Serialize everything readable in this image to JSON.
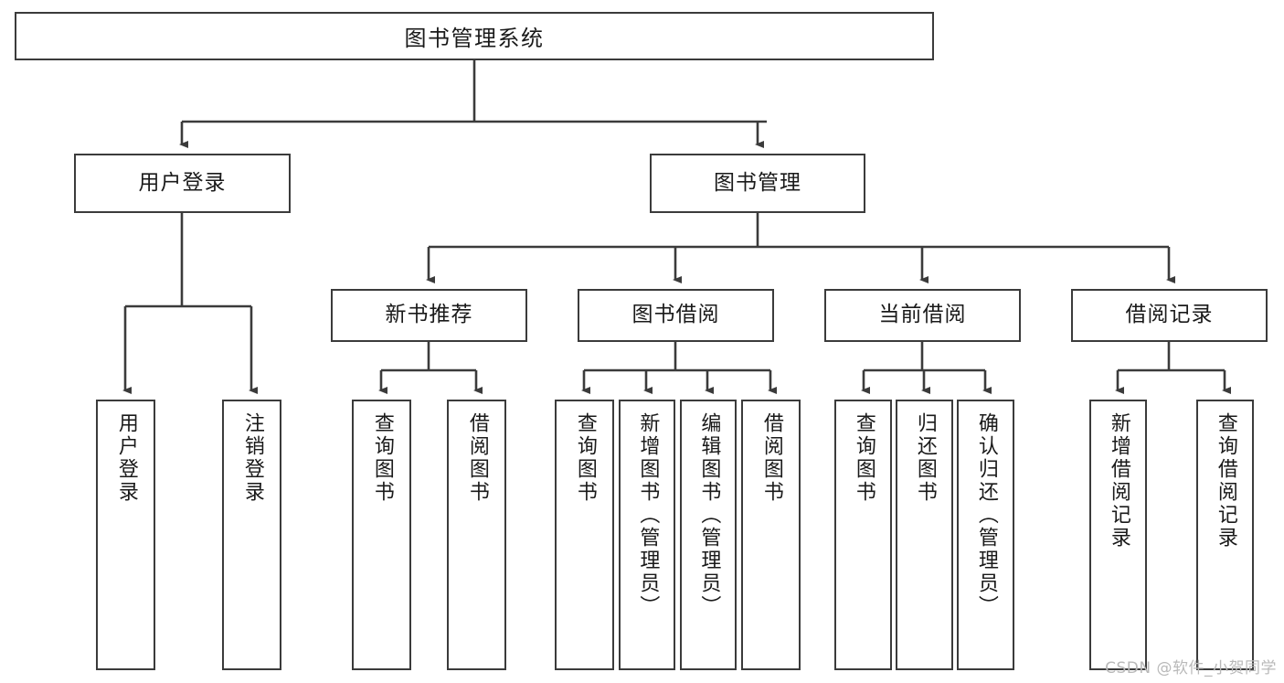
{
  "diagram": {
    "type": "tree",
    "title": "图书管理系统",
    "watermark": "CSDN @软件_小贺同学",
    "colors": {
      "background": "#ffffff",
      "stroke": "#3b3b3b",
      "text": "#1a1a1a",
      "watermark": "#b9b9b9"
    },
    "root": {
      "label": "图书管理系统"
    },
    "level2": [
      {
        "label": "用户登录"
      },
      {
        "label": "图书管理"
      }
    ],
    "level3": [
      {
        "label": "新书推荐"
      },
      {
        "label": "图书借阅"
      },
      {
        "label": "当前借阅"
      },
      {
        "label": "借阅记录"
      }
    ],
    "leaves": {
      "user_login": [
        {
          "label": "用户登录"
        },
        {
          "label": "注销登录"
        }
      ],
      "new_book_recommend": [
        {
          "label": "查询图书"
        },
        {
          "label": "借阅图书"
        }
      ],
      "book_borrow": [
        {
          "label": "查询图书"
        },
        {
          "label": "新增图书（管理员）"
        },
        {
          "label": "编辑图书（管理员）"
        },
        {
          "label": "借阅图书"
        }
      ],
      "current_borrow": [
        {
          "label": "查询图书"
        },
        {
          "label": "归还图书"
        },
        {
          "label": "确认归还（管理员）"
        }
      ],
      "borrow_record": [
        {
          "label": "新增借阅记录"
        },
        {
          "label": "查询借阅记录"
        }
      ]
    }
  }
}
